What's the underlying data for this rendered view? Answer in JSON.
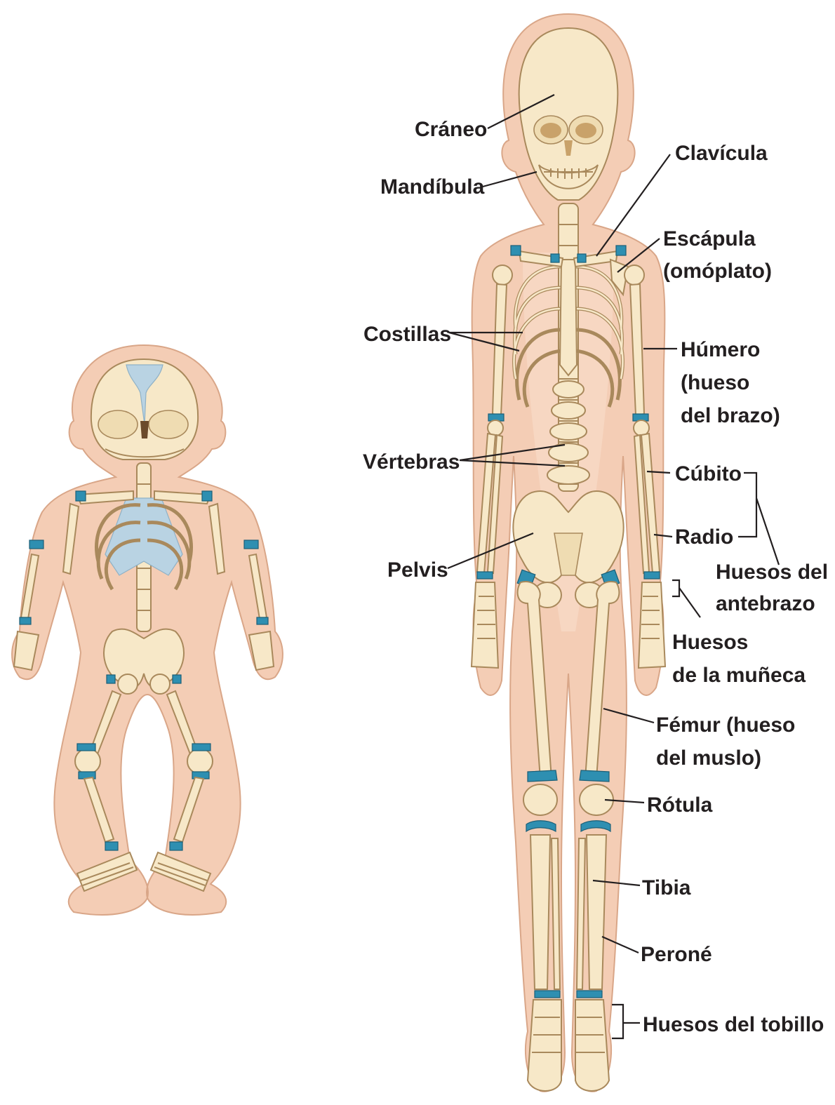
{
  "labels": {
    "craneo": "Cráneo",
    "mandibula": "Mandíbula",
    "clavicula": "Clavícula",
    "escapula_1": "Escápula",
    "escapula_2": "(omóplato)",
    "costillas": "Costillas",
    "humero_1": "Húmero",
    "humero_2": "(hueso",
    "humero_3": "del brazo)",
    "vertebras": "Vértebras",
    "cubito": "Cúbito",
    "radio": "Radio",
    "antebrazo_1": "Huesos del",
    "antebrazo_2": "antebrazo",
    "pelvis": "Pelvis",
    "muneca_1": "Huesos",
    "muneca_2": "de la muñeca",
    "femur_1": "Fémur (hueso",
    "femur_2": "del muslo)",
    "rotula": "Rótula",
    "tibia": "Tibia",
    "perone": "Peroné",
    "tobillo": "Huesos del tobillo"
  },
  "colors": {
    "skin": "#f4cdb5",
    "bone": "#f7e8c8",
    "cartilage": "#2e8fb1",
    "fontanel": "#b9d3e3",
    "text": "#231f20"
  }
}
